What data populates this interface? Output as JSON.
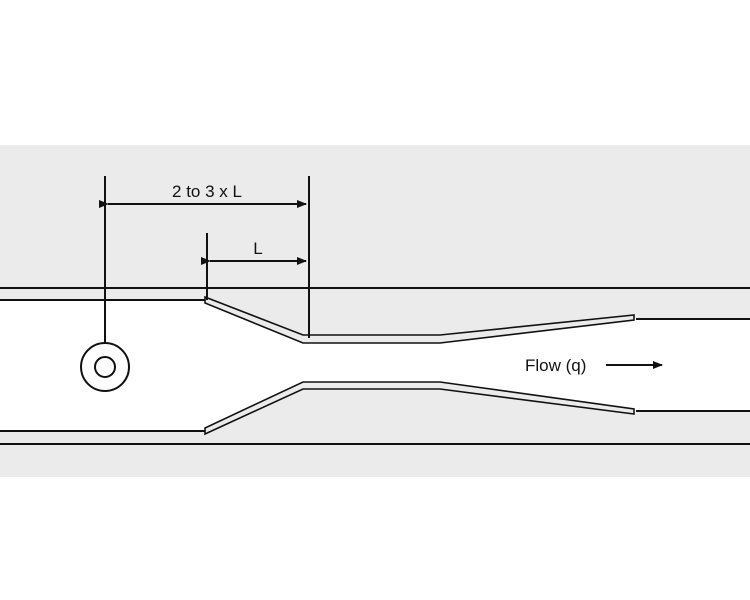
{
  "diagram": {
    "dimension_outer_label": "2 to 3 x L",
    "dimension_inner_label": "L",
    "flow_label": "Flow (q)"
  },
  "colors": {
    "background_band": "#ebebeb",
    "pipe_fill": "#ffffff",
    "line": "#111111"
  },
  "icons": [
    "pressure-tap-icon",
    "flow-arrow-icon",
    "dimension-arrow-icon"
  ]
}
